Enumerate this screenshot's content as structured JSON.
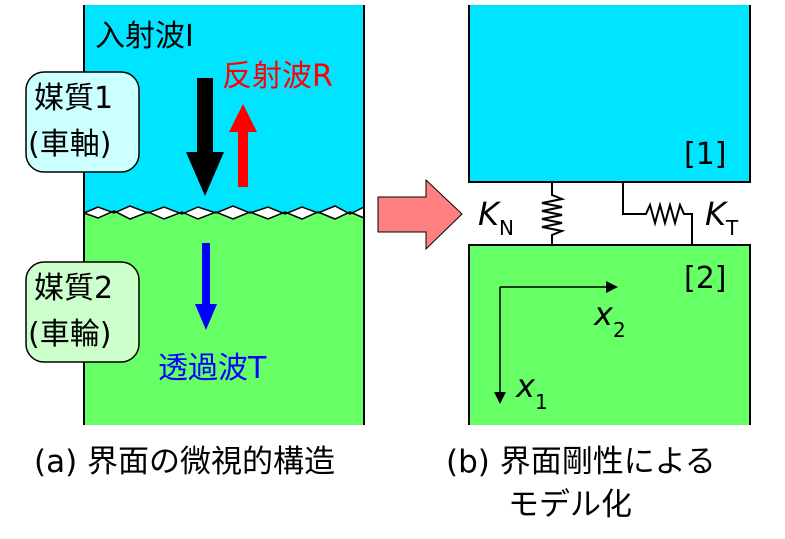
{
  "panel_a": {
    "incident_label": "入射波I",
    "reflected_label": "反射波R",
    "transmitted_label": "透過波T",
    "medium1": {
      "line1": "媒質1",
      "line2": "(車軸)"
    },
    "medium2": {
      "line1": "媒質2",
      "line2": "(車輪)"
    },
    "caption": "(a) 界面の微視的構造"
  },
  "panel_b": {
    "block1_label": "[1]",
    "block2_label": "[2]",
    "kn_main": "K",
    "kn_sub": "N",
    "kt_main": "K",
    "kt_sub": "T",
    "x2_main": "x",
    "x2_sub": "2",
    "x1_main": "x",
    "x1_sub": "1",
    "caption_line1": "(b) 界面剛性による",
    "caption_line2": "モデル化"
  },
  "colors": {
    "cyan": "#00E5FF",
    "green": "#66FF66",
    "red": "#FF0000",
    "blue": "#0000FF",
    "black": "#000000",
    "big_arrow": "#FF8080",
    "medium1_box": "#CCFFFF",
    "medium2_box": "#CCFFCC"
  }
}
